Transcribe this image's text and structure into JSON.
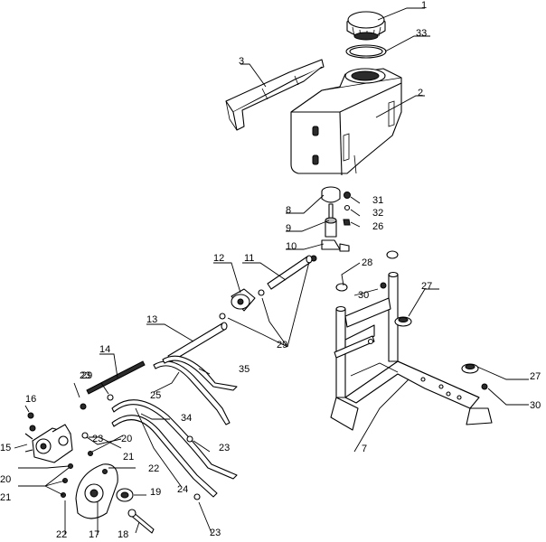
{
  "callouts": [
    {
      "id": "c1",
      "label": "1"
    },
    {
      "id": "c2",
      "label": "2"
    },
    {
      "id": "c3",
      "label": "3"
    },
    {
      "id": "c7",
      "label": "7"
    },
    {
      "id": "c8",
      "label": "8"
    },
    {
      "id": "c9",
      "label": "9"
    },
    {
      "id": "c10",
      "label": "10"
    },
    {
      "id": "c11",
      "label": "11"
    },
    {
      "id": "c12",
      "label": "12"
    },
    {
      "id": "c13",
      "label": "13"
    },
    {
      "id": "c14",
      "label": "14"
    },
    {
      "id": "c15",
      "label": "15"
    },
    {
      "id": "c16",
      "label": "16"
    },
    {
      "id": "c17",
      "label": "17"
    },
    {
      "id": "c18",
      "label": "18"
    },
    {
      "id": "c19",
      "label": "19"
    },
    {
      "id": "c20a",
      "label": "20"
    },
    {
      "id": "c20b",
      "label": "20"
    },
    {
      "id": "c21a",
      "label": "21"
    },
    {
      "id": "c21b",
      "label": "21"
    },
    {
      "id": "c22a",
      "label": "22"
    },
    {
      "id": "c22b",
      "label": "22"
    },
    {
      "id": "c23a",
      "label": "23"
    },
    {
      "id": "c23b",
      "label": "23"
    },
    {
      "id": "c23c",
      "label": "23"
    },
    {
      "id": "c23d",
      "label": "23"
    },
    {
      "id": "c24",
      "label": "24"
    },
    {
      "id": "c25",
      "label": "25"
    },
    {
      "id": "c26",
      "label": "26"
    },
    {
      "id": "c27a",
      "label": "27"
    },
    {
      "id": "c27b",
      "label": "27"
    },
    {
      "id": "c28",
      "label": "28"
    },
    {
      "id": "c29a",
      "label": "29"
    },
    {
      "id": "c29b",
      "label": "29"
    },
    {
      "id": "c30a",
      "label": "30"
    },
    {
      "id": "c30b",
      "label": "30"
    },
    {
      "id": "c31",
      "label": "31"
    },
    {
      "id": "c32",
      "label": "32"
    },
    {
      "id": "c33",
      "label": "33"
    },
    {
      "id": "c34",
      "label": "34"
    },
    {
      "id": "c35",
      "label": "35"
    }
  ]
}
